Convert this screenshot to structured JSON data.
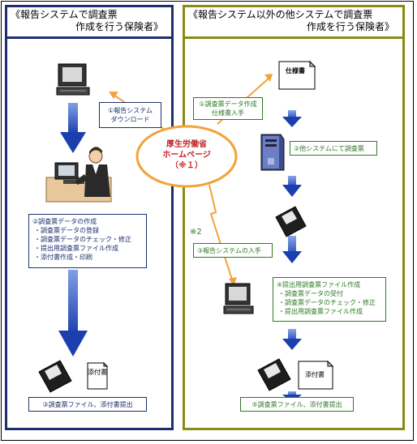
{
  "left_panel": {
    "title_line1": "《報告システムで調査票",
    "title_line2": "作成を行う保険者》",
    "download_label": "①報告システム\nダウンロード",
    "create_title": "②調査票データの作成",
    "create_items": [
      "調査票データの登録",
      "調査票データのチェック・修正",
      "提出用調査票ファイル作成",
      "添付書作成・印刷"
    ],
    "doc_label": "添付書",
    "submit_label": "③調査票ファイル、添付書提出"
  },
  "right_panel": {
    "title_line1": "《報告システム以外の他システムで調査票",
    "title_line2": "作成を行う保険者》",
    "spec_doc": "仕様書",
    "step1_label": "①調査票データ作成仕様書入手",
    "step2_label": "②他システムにて調査票",
    "step3_label": "③報告システムの入手",
    "step4_title": "④提出用調査票ファイル作成",
    "step4_items": [
      "調査票データの受付",
      "調査票データのチェック・修正",
      "提出用調査票ファイル作成"
    ],
    "doc_label": "添付書",
    "submit_label": "⑤調査票ファイル、添付書提出"
  },
  "center": {
    "hp_line1": "厚生労働省",
    "hp_line2": "ホームページ",
    "hp_line3": "（※１）",
    "note2": "※2"
  },
  "colors": {
    "navy": "#1f2f6e",
    "olive": "#8a8a14",
    "green": "#2e7a24",
    "orange": "#f2a23a",
    "red": "#c0282b"
  }
}
